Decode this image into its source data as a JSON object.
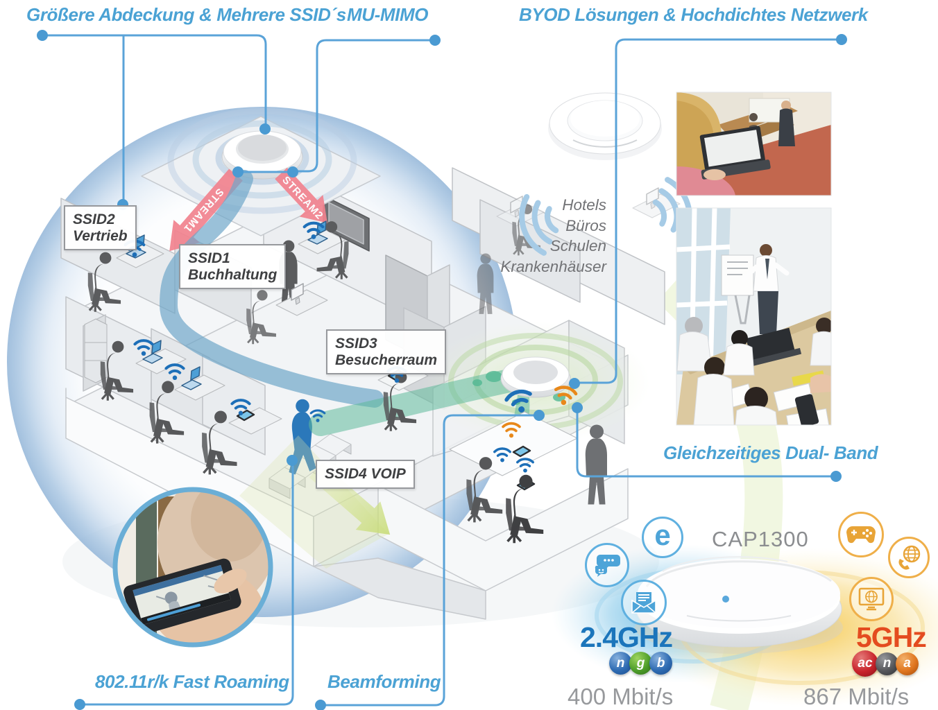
{
  "headings": {
    "coverage": "Größere Abdeckung & Mehrere SSID´s",
    "mumimo": "MU-MIMO",
    "byod": "BYOD Lösungen & Hochdichtes Netzwerk",
    "dualband": "Gleichzeitiges Dual- Band",
    "fast_roaming": "802.11r/k Fast Roaming",
    "beamforming": "Beamforming"
  },
  "ssids": {
    "ssid2": {
      "line1": "SSID2",
      "line2": "Vertrieb"
    },
    "ssid1": {
      "line1": "SSID1",
      "line2": "Buchhaltung"
    },
    "ssid3": {
      "line1": "SSID3",
      "line2": "Besucherraum"
    },
    "ssid4": {
      "line1": "SSID4 VOIP"
    }
  },
  "streams": {
    "stream1": "STREAM1",
    "stream2": "STREAM2"
  },
  "venues": [
    "Hotels",
    "Büros",
    "Schulen",
    "Krankenhäuser"
  ],
  "product": {
    "model": "CAP1300"
  },
  "bands": {
    "band24": {
      "label": "2.4GHz",
      "speed": "400 Mbit/s",
      "badges": [
        "n",
        "g",
        "b"
      ]
    },
    "band5": {
      "label": "5GHz",
      "speed": "867 Mbit/s",
      "badges": [
        "ac",
        "n",
        "a"
      ]
    }
  },
  "icons": {
    "logo_letter": "e",
    "blue_icons": [
      "edimax-logo",
      "chat-bubbles",
      "email-envelope"
    ],
    "orange_icons": [
      "game-controller",
      "voip-phone-globe",
      "streaming-monitor-globe"
    ]
  },
  "colors": {
    "callout_blue": "#4ba2d4",
    "line_blue": "#5aa3d8",
    "stream_red": "#f2838f",
    "band24_blue": "#1b75bb",
    "band5_orange": "#e44b1f",
    "beam_teal": "#5fb99b",
    "beam_lime": "#cfe08a",
    "venue_gray": "#717275"
  }
}
